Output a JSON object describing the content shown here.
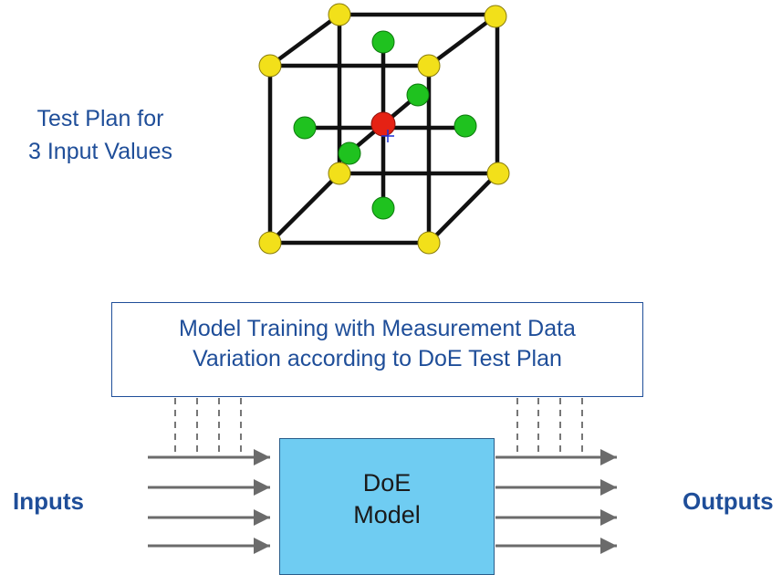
{
  "test_plan_label": {
    "line1": "Test Plan for",
    "line2": "3 Input Values"
  },
  "training_box": {
    "line1": "Model Training with Measurement Data",
    "line2": "Variation according to DoE Test Plan"
  },
  "model_box": {
    "line1": "DoE",
    "line2": "Model"
  },
  "inputs_label": "Inputs",
  "outputs_label": "Outputs",
  "colors": {
    "text_blue": "#1f4e99",
    "corner_point": "#f2e01a",
    "axial_point": "#1fc21f",
    "center_point": "#e52214",
    "model_fill": "#6fccf2",
    "arrow_gray": "#6b6b6b"
  }
}
